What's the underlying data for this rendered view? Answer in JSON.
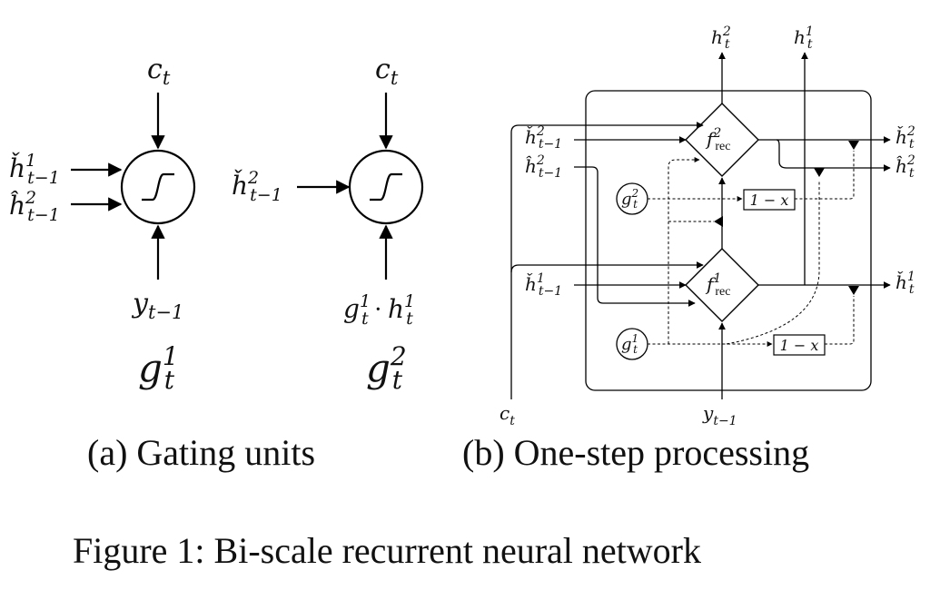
{
  "panel_a": {
    "unit1": {
      "top": "c",
      "top_sub": "t",
      "in1": "ȟ",
      "in1_sup": "1",
      "in1_sub": "t−1",
      "in2": "ĥ",
      "in2_sup": "2",
      "in2_sub": "t−1",
      "bottom": "y",
      "bottom_sub": "t−1",
      "name": "g",
      "name_sup": "1",
      "name_sub": "t"
    },
    "unit2": {
      "top": "c",
      "top_sub": "t",
      "in1": "ȟ",
      "in1_sup": "2",
      "in1_sub": "t−1",
      "bottom_a": "g",
      "bottom_a_sup": "1",
      "bottom_a_sub": "t",
      "bottom_dot": "·",
      "bottom_b": "h",
      "bottom_b_sup": "1",
      "bottom_b_sub": "t",
      "name": "g",
      "name_sup": "2",
      "name_sub": "t"
    },
    "caption": "(a) Gating units"
  },
  "panel_b": {
    "out_top_2": {
      "base": "h",
      "sup": "2",
      "sub": "t"
    },
    "out_top_1": {
      "base": "h",
      "sup": "1",
      "sub": "t"
    },
    "in_hc2": {
      "base": "ȟ",
      "sup": "2",
      "sub": "t−1"
    },
    "in_hh2": {
      "base": "ĥ",
      "sup": "2",
      "sub": "t−1"
    },
    "in_hc1": {
      "base": "ȟ",
      "sup": "1",
      "sub": "t−1"
    },
    "f2": {
      "base": "f",
      "sup": "2",
      "sub": "rec"
    },
    "f1": {
      "base": "f",
      "sup": "1",
      "sub": "rec"
    },
    "g2": {
      "base": "g",
      "sup": "2",
      "sub": "t"
    },
    "g1": {
      "base": "g",
      "sup": "1",
      "sub": "t"
    },
    "box_top": "1 − x",
    "box_bottom": "1 − x",
    "out_r1": {
      "base": "ȟ",
      "sup": "2",
      "sub": "t"
    },
    "out_r2": {
      "base": "ĥ",
      "sup": "2",
      "sub": "t"
    },
    "out_r3": {
      "base": "ȟ",
      "sup": "1",
      "sub": "t"
    },
    "c_label": {
      "base": "c",
      "sub": "t"
    },
    "y_label": {
      "base": "y",
      "sub": "t−1"
    },
    "caption": "(b) One-step processing"
  },
  "figure_caption": "Figure 1: Bi-scale recurrent neural network"
}
